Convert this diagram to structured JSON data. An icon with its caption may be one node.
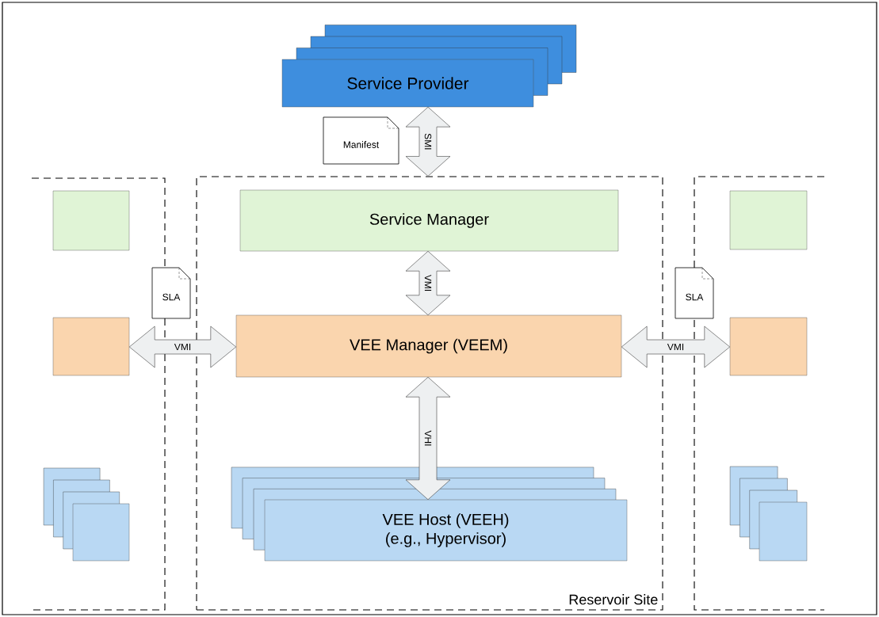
{
  "diagram": {
    "nodes": [
      {
        "text": [
          "Service Provider"
        ]
      },
      {
        "text": [
          "Manifest"
        ]
      },
      {
        "text": [],
        "shape": "box"
      },
      {
        "text": [],
        "shape": "box",
        "in": 2
      },
      {
        "text": [],
        "shape": "box",
        "in": 2
      },
      {
        "text": [],
        "shape": "box",
        "in": 2
      },
      {
        "text": [
          "Reservoir Site"
        ]
      },
      {
        "text": [
          "Service Manager"
        ],
        "in": 6
      },
      {
        "text": [
          "VEE Manager (VEEM)"
        ],
        "in": 6
      },
      {
        "text": [
          "VEE Host (VEEH)",
          "(e.g., Hypervisor)"
        ],
        "in": 6
      },
      {
        "text": [
          "SLA"
        ]
      },
      {
        "text": [],
        "shape": "box"
      },
      {
        "text": [],
        "shape": "box",
        "in": 11
      },
      {
        "text": [],
        "shape": "box",
        "in": 11
      },
      {
        "text": [],
        "shape": "box",
        "in": 11
      },
      {
        "text": [
          "SLA"
        ]
      }
    ],
    "edges": [
      {
        "from": 0,
        "to": 6,
        "arrow": "both",
        "label": "SMI"
      },
      {
        "from": 7,
        "to": 8,
        "arrow": "both",
        "label": "VMI"
      },
      {
        "from": 4,
        "to": 8,
        "arrow": "both",
        "label": "VMI"
      },
      {
        "from": 8,
        "to": 13,
        "arrow": "both",
        "label": "VMI"
      },
      {
        "from": 8,
        "to": 9,
        "arrow": "both",
        "label": "VHI"
      }
    ]
  }
}
